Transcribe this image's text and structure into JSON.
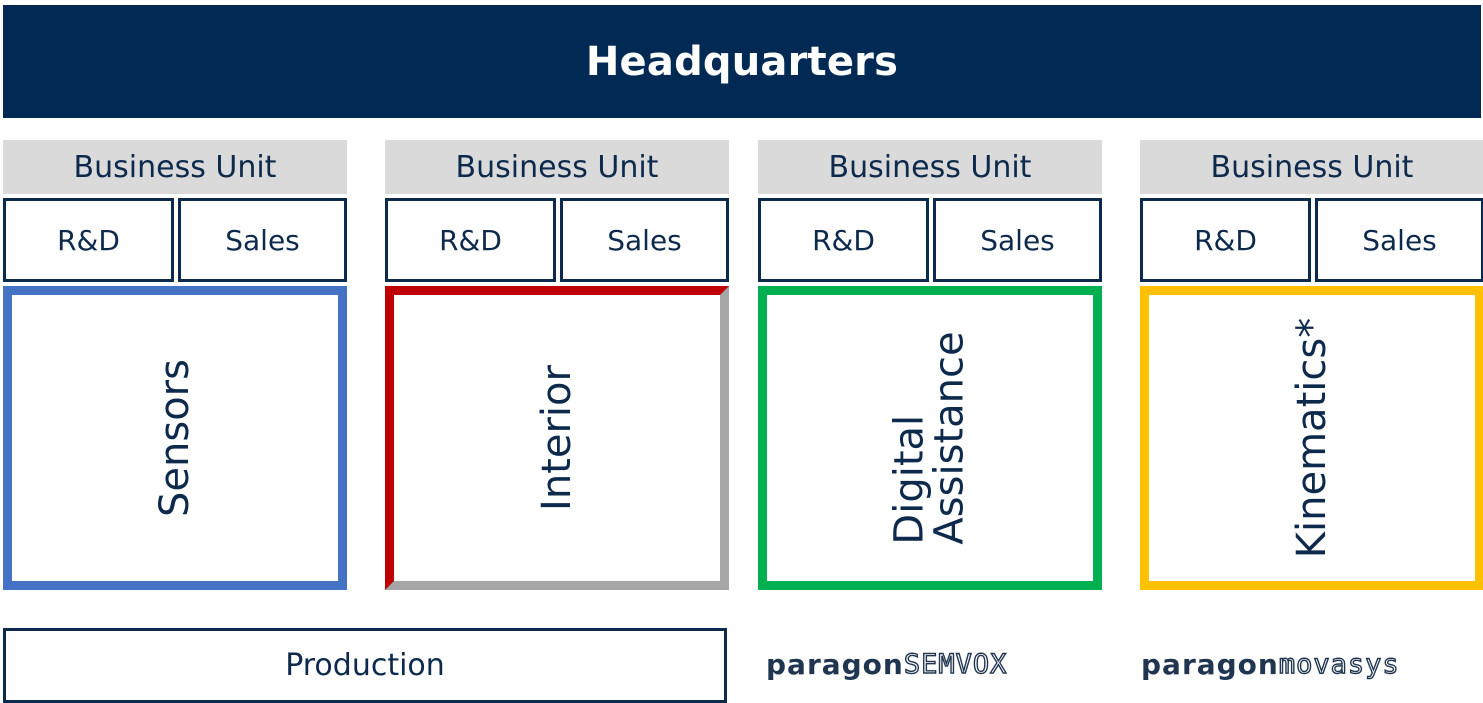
{
  "headquarters": {
    "title": "Headquarters"
  },
  "units": [
    {
      "header": "Business Unit",
      "rd": "R&D",
      "sales": "Sales",
      "division": "Sensors",
      "border_color": "#4472c4"
    },
    {
      "header": "Business Unit",
      "rd": "R&D",
      "sales": "Sales",
      "division": "Interior",
      "border_color": "#c00000",
      "border_color_secondary": "#a6a6a6"
    },
    {
      "header": "Business Unit",
      "rd": "R&D",
      "sales": "Sales",
      "division": "Digital\nAssistance",
      "border_color": "#00b050"
    },
    {
      "header": "Business Unit",
      "rd": "R&D",
      "sales": "Sales",
      "division": "Kinematics*",
      "border_color": "#ffc000"
    }
  ],
  "production": {
    "label": "Production"
  },
  "logos": [
    {
      "brand": "paragon",
      "sub": "SEMVOX"
    },
    {
      "brand": "paragon",
      "sub": "movasys"
    }
  ],
  "colors": {
    "headquarters_bg": "#002a54",
    "text": "#0d2a4d",
    "unit_header_bg": "#dadada"
  }
}
